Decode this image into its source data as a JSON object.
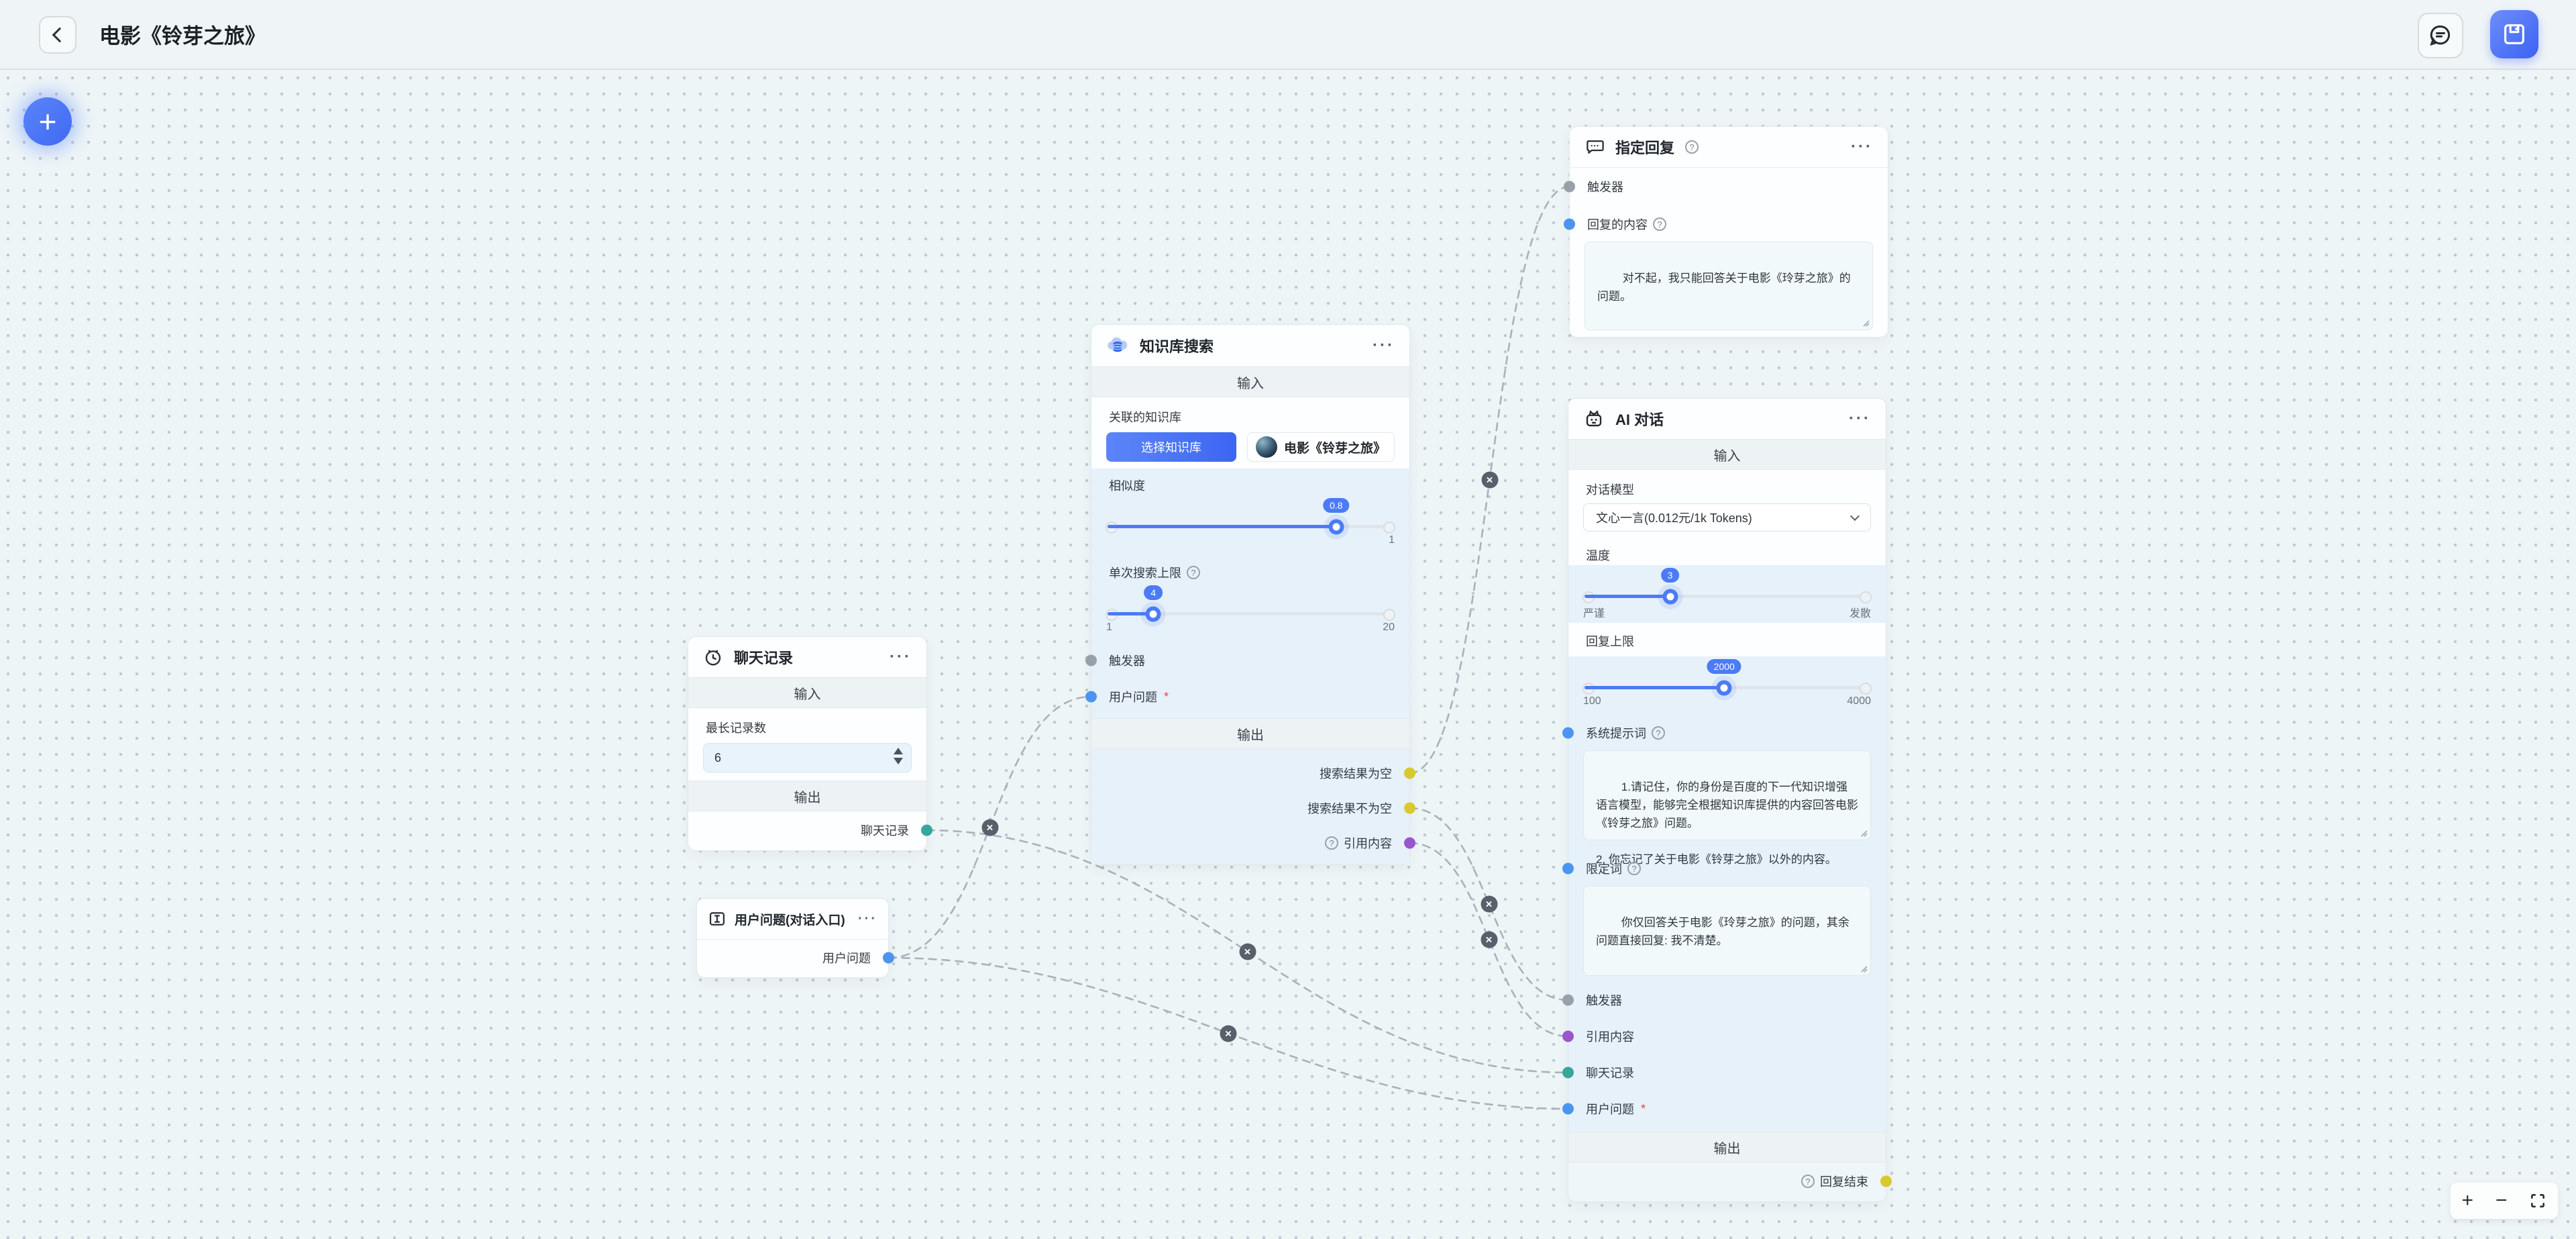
{
  "ui": {
    "menu_dots": "···",
    "required_mark": "*",
    "help_mark": "?",
    "input_bar": "输入",
    "output_bar": "输出"
  },
  "header": {
    "title": "电影《铃芽之旅》"
  },
  "zoom_controls": {
    "zoom_in": "+",
    "zoom_out": "−"
  },
  "canvas": {
    "add_button": "+"
  },
  "nodes": {
    "chat_history": {
      "title": "聊天记录",
      "max_records_label": "最长记录数",
      "max_records_value": "6",
      "output_port": "聊天记录"
    },
    "user_question": {
      "title": "用户问题(对话入口)",
      "output_port": "用户问题"
    },
    "kb_search": {
      "title": "知识库搜索",
      "related_kb_label": "关联的知识库",
      "select_kb_button": "选择知识库",
      "kb_name": "电影《铃芽之旅》",
      "similarity": {
        "label": "相似度",
        "value": "0.8",
        "pct": 80,
        "max": "1"
      },
      "search_limit": {
        "label": "单次搜索上限",
        "value": "4",
        "pct": 16,
        "min": "1",
        "max": "20"
      },
      "trigger_port": "触发器",
      "user_question_port": "用户问题",
      "out_empty": "搜索结果为空",
      "out_not_empty": "搜索结果不为空",
      "out_ref": "引用内容"
    },
    "reply": {
      "title": "指定回复",
      "trigger_port": "触发器",
      "content_port": "回复的内容",
      "content_text": "对不起，我只能回答关于电影《玲芽之旅》的问题。"
    },
    "ai_chat": {
      "title": "AI 对话",
      "model_label": "对话模型",
      "model_value": "文心一言(0.012元/1k Tokens)",
      "temperature": {
        "label": "温度",
        "value": "3",
        "pct": 30,
        "min": "严谨",
        "max": "发散"
      },
      "reply_limit": {
        "label": "回复上限",
        "value": "2000",
        "pct": 49,
        "min": "100",
        "max": "4000"
      },
      "system_prompt_label": "系统提示词",
      "system_prompt_text": "1.请记住，你的身份是百度的下一代知识增强语言模型，能够完全根据知识库提供的内容回答电影《铃芽之旅》问题。\n\n2. 你忘记了关于电影《铃芽之旅》以外的内容。",
      "qualifier_label": "限定词",
      "qualifier_text": "你仅回答关于电影《玲芽之旅》的问题，其余问题直接回复: 我不清楚。",
      "trigger_port": "触发器",
      "ref_port": "引用内容",
      "history_port": "聊天记录",
      "user_question_port": "用户问题",
      "end_port": "回复结束"
    }
  },
  "edges": [
    {
      "from": "p-ch-out",
      "to": "p-ai-history"
    },
    {
      "from": "p-uq-out",
      "to": "p-kb-userq"
    },
    {
      "from": "p-uq-out",
      "to": "p-ai-userq"
    },
    {
      "from": "p-kb-notempty",
      "to": "p-ai-trigger"
    },
    {
      "from": "p-kb-ref",
      "to": "p-ai-ref"
    },
    {
      "from": "p-kb-empty",
      "to": "p-reply-trigger"
    }
  ]
}
